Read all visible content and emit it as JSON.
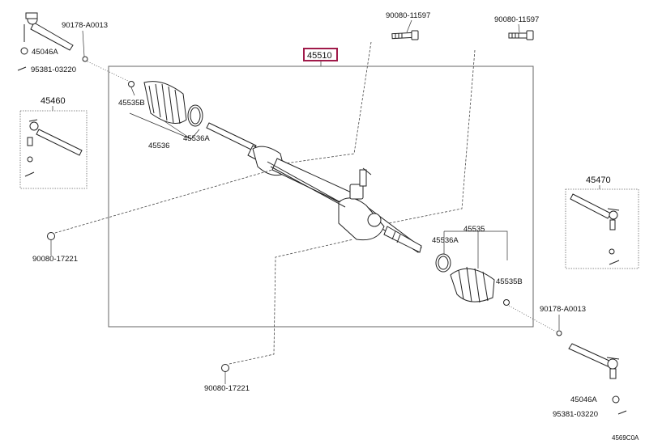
{
  "diagram_id": "4569C0A",
  "assembly_label": "45510",
  "part_labels": {
    "bolt_left": "90080-11597",
    "bolt_right": "90080-11597",
    "tie_rod_end_nut_left": "90178-A0013",
    "tie_rod_end_nut_right": "90178-A0013",
    "lock_nut_left": "45046A",
    "lock_nut_right": "45046A",
    "cotter_pin_left": "95381-03220",
    "cotter_pin_right": "95381-03220",
    "tie_rod_end_left": "45460",
    "tie_rod_end_right": "45470",
    "clip_left": "45535B",
    "clip_right": "45535B",
    "boot_left": "45536",
    "boot_right": "45535",
    "clamp_left": "45536A",
    "clamp_right": "45536A",
    "nut_lower_left": "90080-17221",
    "nut_lower_center": "90080-17221"
  }
}
